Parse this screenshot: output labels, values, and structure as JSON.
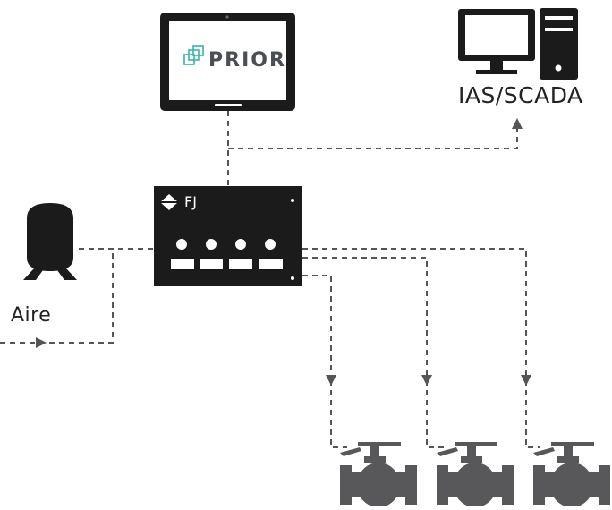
{
  "tablet": {
    "brand": "PRIOR",
    "brand_color": "#36b5a7"
  },
  "computer": {
    "label": "IAS/SCADA"
  },
  "controller": {
    "brand": "FJ",
    "indicators": 4
  },
  "air_tank": {
    "label": "Aire"
  },
  "valves": {
    "count": 3
  },
  "colors": {
    "device": "#1b1b1b",
    "valve": "#58585a",
    "line": "#555555"
  }
}
